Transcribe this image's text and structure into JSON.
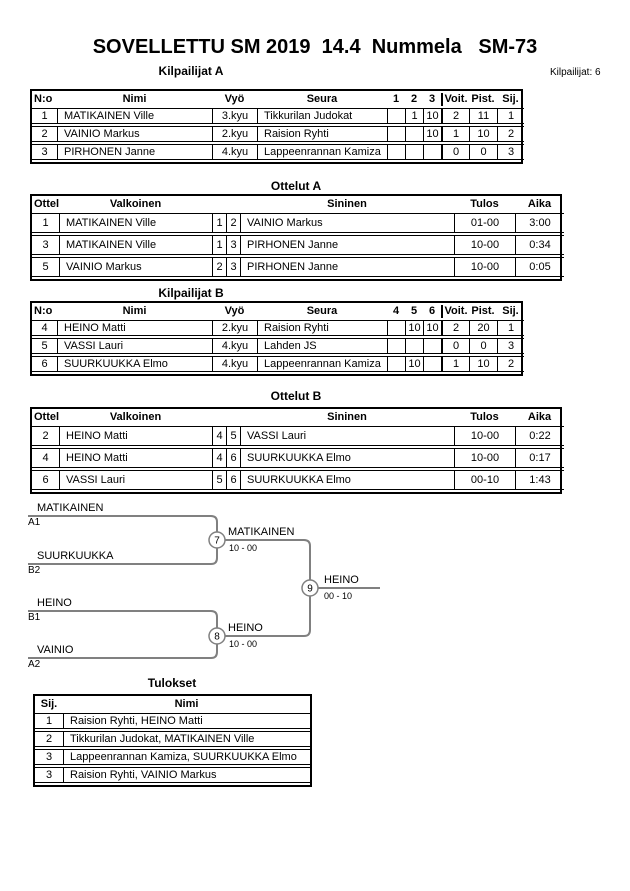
{
  "page": {
    "title": "SOVELLETTU SM 2019  14.4  Nummela   SM-73",
    "competitors_count_label": "Kilpailijat: 6"
  },
  "pool_a": {
    "title": "Kilpailijat A",
    "columns": {
      "no": "N:o",
      "name": "Nimi",
      "belt": "Vyö",
      "club": "Seura",
      "m1": "1",
      "m2": "2",
      "m3": "3",
      "wins": "Voit.",
      "points": "Pist.",
      "place": "Sij."
    },
    "rows": [
      {
        "no": "1",
        "name": "MATIKAINEN Ville",
        "belt": "3.kyu",
        "club": "Tikkurilan Judokat",
        "m1": "",
        "m2": "1",
        "m3": "10",
        "wins": "2",
        "points": "11",
        "place": "1"
      },
      {
        "no": "2",
        "name": "VAINIO Markus",
        "belt": "2.kyu",
        "club": "Raision Ryhti",
        "m1": "",
        "m2": "",
        "m3": "10",
        "wins": "1",
        "points": "10",
        "place": "2"
      },
      {
        "no": "3",
        "name": "PIRHONEN Janne",
        "belt": "4.kyu",
        "club": "Lappeenrannan Kamiza",
        "m1": "",
        "m2": "",
        "m3": "",
        "wins": "0",
        "points": "0",
        "place": "3"
      }
    ]
  },
  "matches_a": {
    "title": "Ottelut A",
    "columns": {
      "match": "Ottelu",
      "white": "Valkoinen",
      "blue": "Sininen",
      "score": "Tulos",
      "time": "Aika"
    },
    "rows": [
      {
        "match": "1",
        "white": "MATIKAINEN Ville",
        "white_no": "1",
        "blue_no": "2",
        "blue": "VAINIO Markus",
        "score": "01-00",
        "time": "3:00"
      },
      {
        "match": "3",
        "white": "MATIKAINEN Ville",
        "white_no": "1",
        "blue_no": "3",
        "blue": "PIRHONEN Janne",
        "score": "10-00",
        "time": "0:34"
      },
      {
        "match": "5",
        "white": "VAINIO Markus",
        "white_no": "2",
        "blue_no": "3",
        "blue": "PIRHONEN Janne",
        "score": "10-00",
        "time": "0:05"
      }
    ]
  },
  "pool_b": {
    "title": "Kilpailijat B",
    "columns": {
      "no": "N:o",
      "name": "Nimi",
      "belt": "Vyö",
      "club": "Seura",
      "m1": "4",
      "m2": "5",
      "m3": "6",
      "wins": "Voit.",
      "points": "Pist.",
      "place": "Sij."
    },
    "rows": [
      {
        "no": "4",
        "name": "HEINO Matti",
        "belt": "2.kyu",
        "club": "Raision Ryhti",
        "m1": "",
        "m2": "10",
        "m3": "10",
        "wins": "2",
        "points": "20",
        "place": "1"
      },
      {
        "no": "5",
        "name": "VASSI Lauri",
        "belt": "4.kyu",
        "club": "Lahden JS",
        "m1": "",
        "m2": "",
        "m3": "",
        "wins": "0",
        "points": "0",
        "place": "3"
      },
      {
        "no": "6",
        "name": "SUURKUUKKA Elmo",
        "belt": "4.kyu",
        "club": "Lappeenrannan Kamiza",
        "m1": "",
        "m2": "10",
        "m3": "",
        "wins": "1",
        "points": "10",
        "place": "2"
      }
    ]
  },
  "matches_b": {
    "title": "Ottelut B",
    "columns": {
      "match": "Ottelu",
      "white": "Valkoinen",
      "blue": "Sininen",
      "score": "Tulos",
      "time": "Aika"
    },
    "rows": [
      {
        "match": "2",
        "white": "HEINO Matti",
        "white_no": "4",
        "blue_no": "5",
        "blue": "VASSI Lauri",
        "score": "10-00",
        "time": "0:22"
      },
      {
        "match": "4",
        "white": "HEINO Matti",
        "white_no": "4",
        "blue_no": "6",
        "blue": "SUURKUUKKA Elmo",
        "score": "10-00",
        "time": "0:17"
      },
      {
        "match": "6",
        "white": "VASSI Lauri",
        "white_no": "5",
        "blue_no": "6",
        "blue": "SUURKUUKKA Elmo",
        "score": "00-10",
        "time": "1:43"
      }
    ]
  },
  "bracket": {
    "semi1": {
      "match_no": "7",
      "top_name": "MATIKAINEN",
      "top_seed": "A1",
      "bottom_name": "SUURKUUKKA",
      "bottom_seed": "B2",
      "winner": "MATIKAINEN",
      "score": "10 - 00"
    },
    "semi2": {
      "match_no": "8",
      "top_name": "HEINO",
      "top_seed": "B1",
      "bottom_name": "VAINIO",
      "bottom_seed": "A2",
      "winner": "HEINO",
      "score": "10 - 00"
    },
    "final": {
      "match_no": "9",
      "winner": "HEINO",
      "score": "00 - 10"
    }
  },
  "results": {
    "title": "Tulokset",
    "columns": {
      "place": "Sij.",
      "name": "Nimi"
    },
    "rows": [
      {
        "place": "1",
        "name": "Raision Ryhti, HEINO Matti"
      },
      {
        "place": "2",
        "name": "Tikkurilan Judokat, MATIKAINEN Ville"
      },
      {
        "place": "3",
        "name": "Lappeenrannan Kamiza, SUURKUUKKA Elmo"
      },
      {
        "place": "3",
        "name": "Raision Ryhti, VAINIO Markus"
      }
    ]
  },
  "colors": {
    "border": "#000000",
    "bracket_line": "#808080",
    "text": "#000000",
    "background": "#ffffff"
  }
}
